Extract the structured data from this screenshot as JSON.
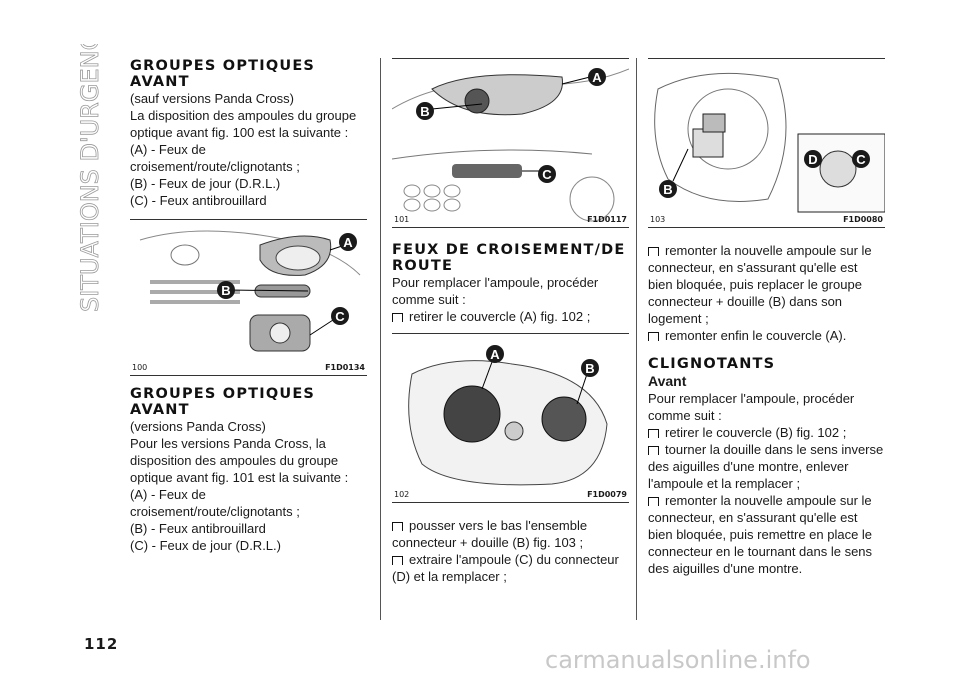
{
  "side_title": "SITUATIONS D'URGENCE",
  "page_number": "112",
  "watermark": "carmanualsonline.info",
  "col1": {
    "h1": "GROUPES OPTIQUES AVANT",
    "p1": "(sauf versions Panda Cross)",
    "p2": "La disposition des ampoules du groupe optique avant fig. 100 est la suivante :",
    "p3": "(A) - Feux de croisement/route/clignotants ;",
    "p4": "(B) - Feux de jour (D.R.L.)",
    "p5": "(C) - Feux antibrouillard",
    "fig_num": "100",
    "fig_code": "F1D0134",
    "h2": "GROUPES OPTIQUES AVANT",
    "p6": "(versions Panda Cross)",
    "p7": "Pour les versions Panda Cross, la disposition des ampoules du groupe optique avant fig. 101 est la suivante :",
    "p8": "(A) - Feux de croisement/route/clignotants ;",
    "p9": "(B) - Feux antibrouillard",
    "p10": "(C) - Feux de jour (D.R.L.)"
  },
  "col2": {
    "fig1_num": "101",
    "fig1_code": "F1D0117",
    "h1": "FEUX DE CROISEMENT/DE ROUTE",
    "p1": "Pour remplacer l'ampoule, procéder comme suit :",
    "b1": "retirer le couvercle (A) fig. 102 ;",
    "fig2_num": "102",
    "fig2_code": "F1D0079",
    "b2": "pousser vers le bas l'ensemble connecteur + douille (B) fig. 103 ;",
    "b3": "extraire l'ampoule (C) du connecteur (D) et la remplacer ;"
  },
  "col3": {
    "fig_num": "103",
    "fig_code": "F1D0080",
    "b1": "remonter la nouvelle ampoule sur le connecteur, en s'assurant qu'elle est bien bloquée, puis replacer le groupe connecteur + douille (B) dans son logement ;",
    "b2": "remonter enfin le couvercle (A).",
    "h1": "CLIGNOTANTS",
    "h2": "Avant",
    "p1": "Pour remplacer l'ampoule, procéder comme suit :",
    "b3": "retirer le couvercle (B) fig. 102 ;",
    "b4": "tourner la douille dans le sens inverse des aiguilles d'une montre, enlever l'ampoule et la remplacer ;",
    "b5": "remonter la nouvelle ampoule sur le connecteur, en s'assurant qu'elle est bien bloquée, puis remettre en place le connecteur en le tournant dans le sens des aiguilles d'une montre."
  },
  "labels": {
    "a": "A",
    "b": "B",
    "c": "C",
    "d": "D"
  }
}
